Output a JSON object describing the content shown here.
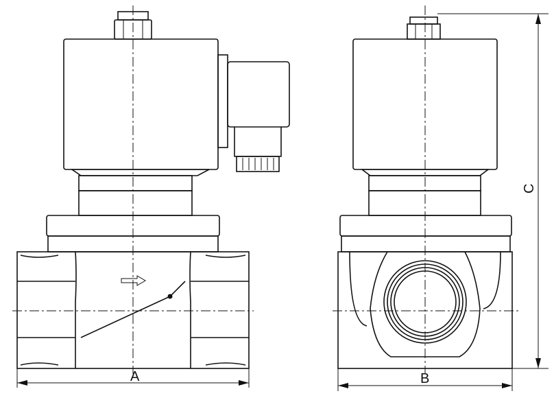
{
  "dimensions": {
    "a_label": "A",
    "b_label": "B",
    "c_label": "C"
  },
  "colors": {
    "line": "#111111",
    "background": "#ffffff"
  }
}
